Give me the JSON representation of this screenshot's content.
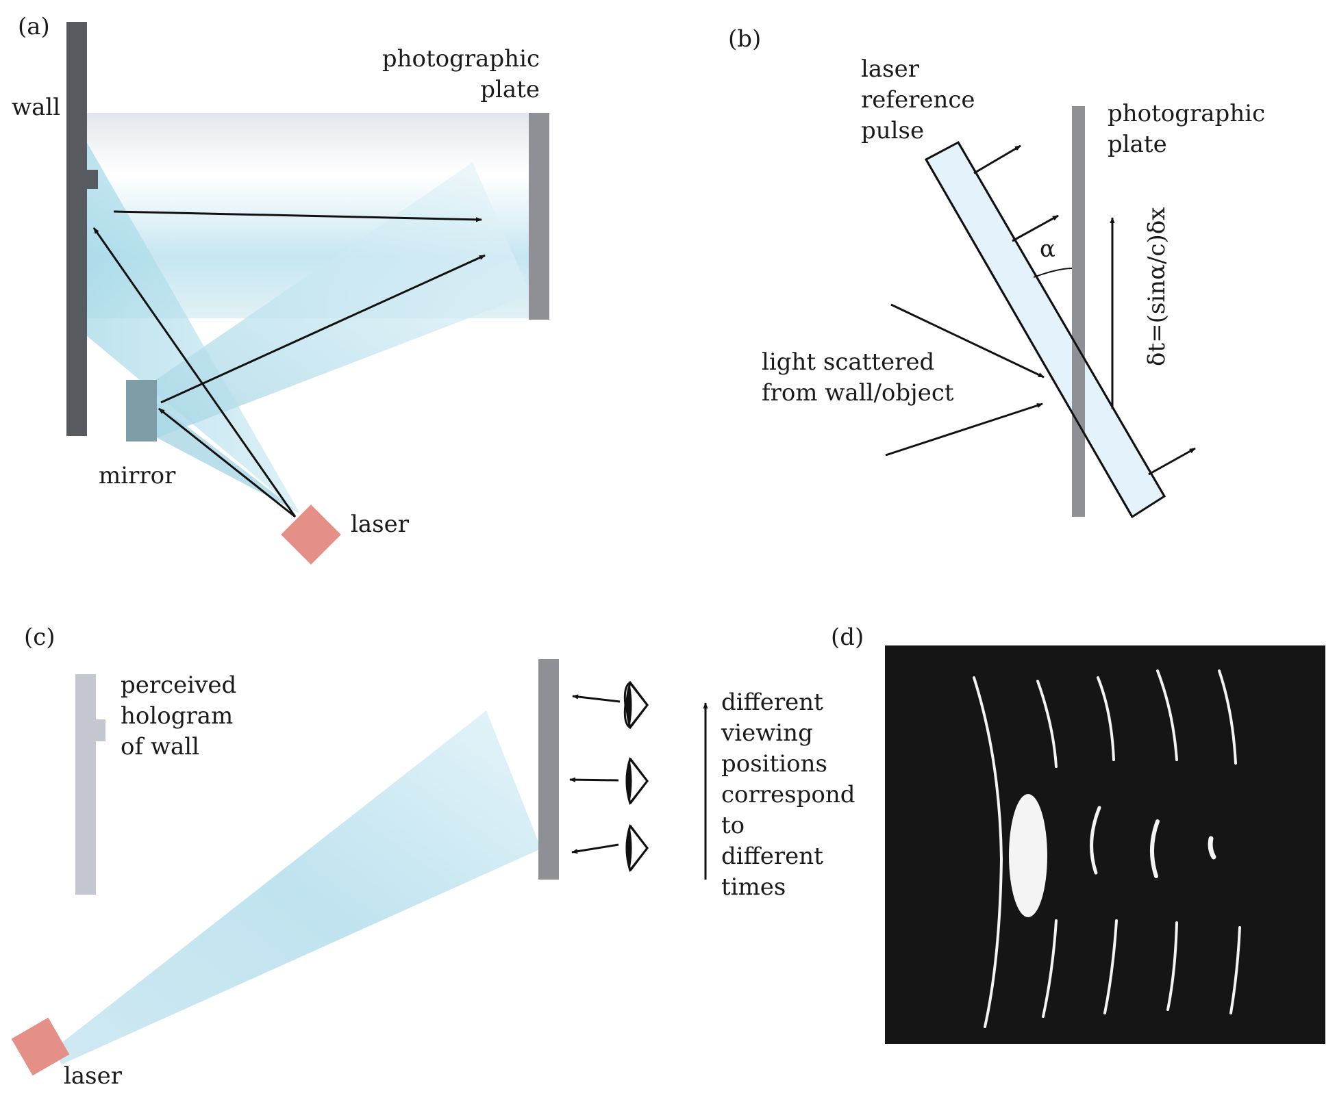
{
  "panels": {
    "a": {
      "tag": "(a)",
      "wall_label": "wall",
      "plate_label": [
        "photographic",
        "plate"
      ],
      "mirror_label": "mirror",
      "laser_label": "laser"
    },
    "b": {
      "tag": "(b)",
      "pulse_label": [
        "laser",
        "reference",
        "pulse"
      ],
      "plate_label": [
        "photographic",
        "plate"
      ],
      "angle_label": "α",
      "scatter_label": [
        "light scattered",
        "from wall/object"
      ],
      "formula": "δt=(sinα/c)δx"
    },
    "c": {
      "tag": "(c)",
      "hologram_label": [
        "perceived",
        "hologram",
        "of wall"
      ],
      "viewing_label": [
        "different",
        "viewing",
        "positions",
        "correspond",
        "to",
        "different",
        "times"
      ],
      "laser_label": "laser"
    },
    "d": {
      "tag": "(d)"
    }
  },
  "colors": {
    "wall": "#575b60",
    "plate": "#8e9096",
    "mirror": "#7f9da6",
    "laser": "#e49088",
    "beam": "#bfe3ef",
    "reference_pulse": "#e3f2fb",
    "angle_fill": "#f29b62",
    "hologram": "#c4c6d0",
    "photo_bg": "#151515"
  }
}
